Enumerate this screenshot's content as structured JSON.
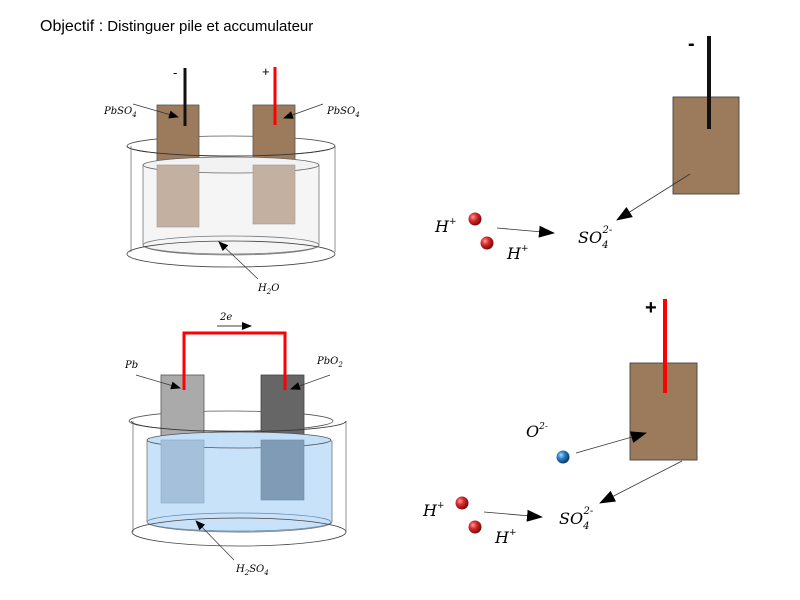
{
  "title": {
    "prefix": "Objectif :",
    "text": " Distinguer pile et accumulateur"
  },
  "colors": {
    "electrode_pbso4": "#9b7b5b",
    "electrode_pb": "#aaaaaa",
    "electrode_pbo2": "#666666",
    "wire_positive": "#ff0000",
    "wire_negative": "#111111",
    "solution_h2so4": "#c8e2fa",
    "solution_h2o": "#f5f5f5",
    "ion_h_plus": "#cc2020",
    "ion_o2_minus": "#1a6fb0"
  },
  "cell_discharged": {
    "negative_sign": "-",
    "positive_sign": "+",
    "left_electrode": {
      "formula": "PbSO",
      "sub": "4"
    },
    "right_electrode": {
      "formula": "PbSO",
      "sub": "4"
    },
    "electrolyte": {
      "a": "H",
      "sub": "2",
      "b": "O"
    }
  },
  "cell_charged": {
    "electron_label": "2e",
    "left_electrode": {
      "formula": "Pb"
    },
    "right_electrode": {
      "formula": "PbO",
      "sub": "2"
    },
    "electrolyte": {
      "a": "H",
      "sub1": "2",
      "b": "SO",
      "sub2": "4"
    }
  },
  "negative_reaction": {
    "sign": "-",
    "ion1": {
      "base": "H",
      "charge": "+"
    },
    "ion2": {
      "base": "H",
      "charge": "+"
    },
    "product": {
      "base": "SO",
      "sub": "4",
      "charge": "2-"
    }
  },
  "positive_reaction": {
    "sign": "+",
    "oxide": {
      "base": "O",
      "charge": "2-"
    },
    "ion1": {
      "base": "H",
      "charge": "+"
    },
    "ion2": {
      "base": "H",
      "charge": "+"
    },
    "product": {
      "base": "SO",
      "sub": "4",
      "charge": "2-"
    }
  }
}
